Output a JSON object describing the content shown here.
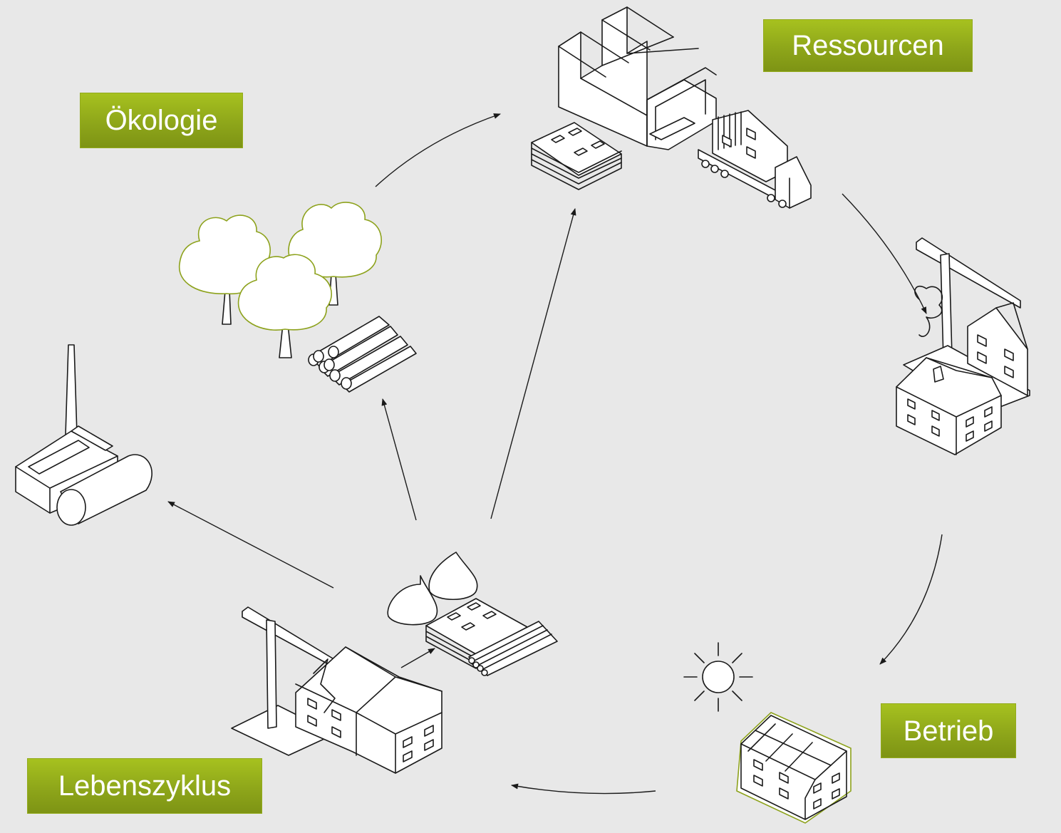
{
  "labels": {
    "oekologie": "Ökologie",
    "ressourcen": "Ressourcen",
    "betrieb": "Betrieb",
    "lebenszyklus": "Lebenszyklus"
  },
  "colors": {
    "background": "#e8e8e8",
    "label_green": "#8ea61a",
    "label_text": "#ffffff",
    "tree_outline": "#8da21c",
    "line": "#1a1a1a"
  },
  "icons": [
    "tree-group-icon",
    "log-stack-icon",
    "factory-icon",
    "panel-stack-icon",
    "truck-icon",
    "crane-house-icon",
    "sun-icon",
    "solar-house-icon",
    "demolition-house-icon",
    "recycled-materials-icon",
    "power-plant-icon"
  ]
}
